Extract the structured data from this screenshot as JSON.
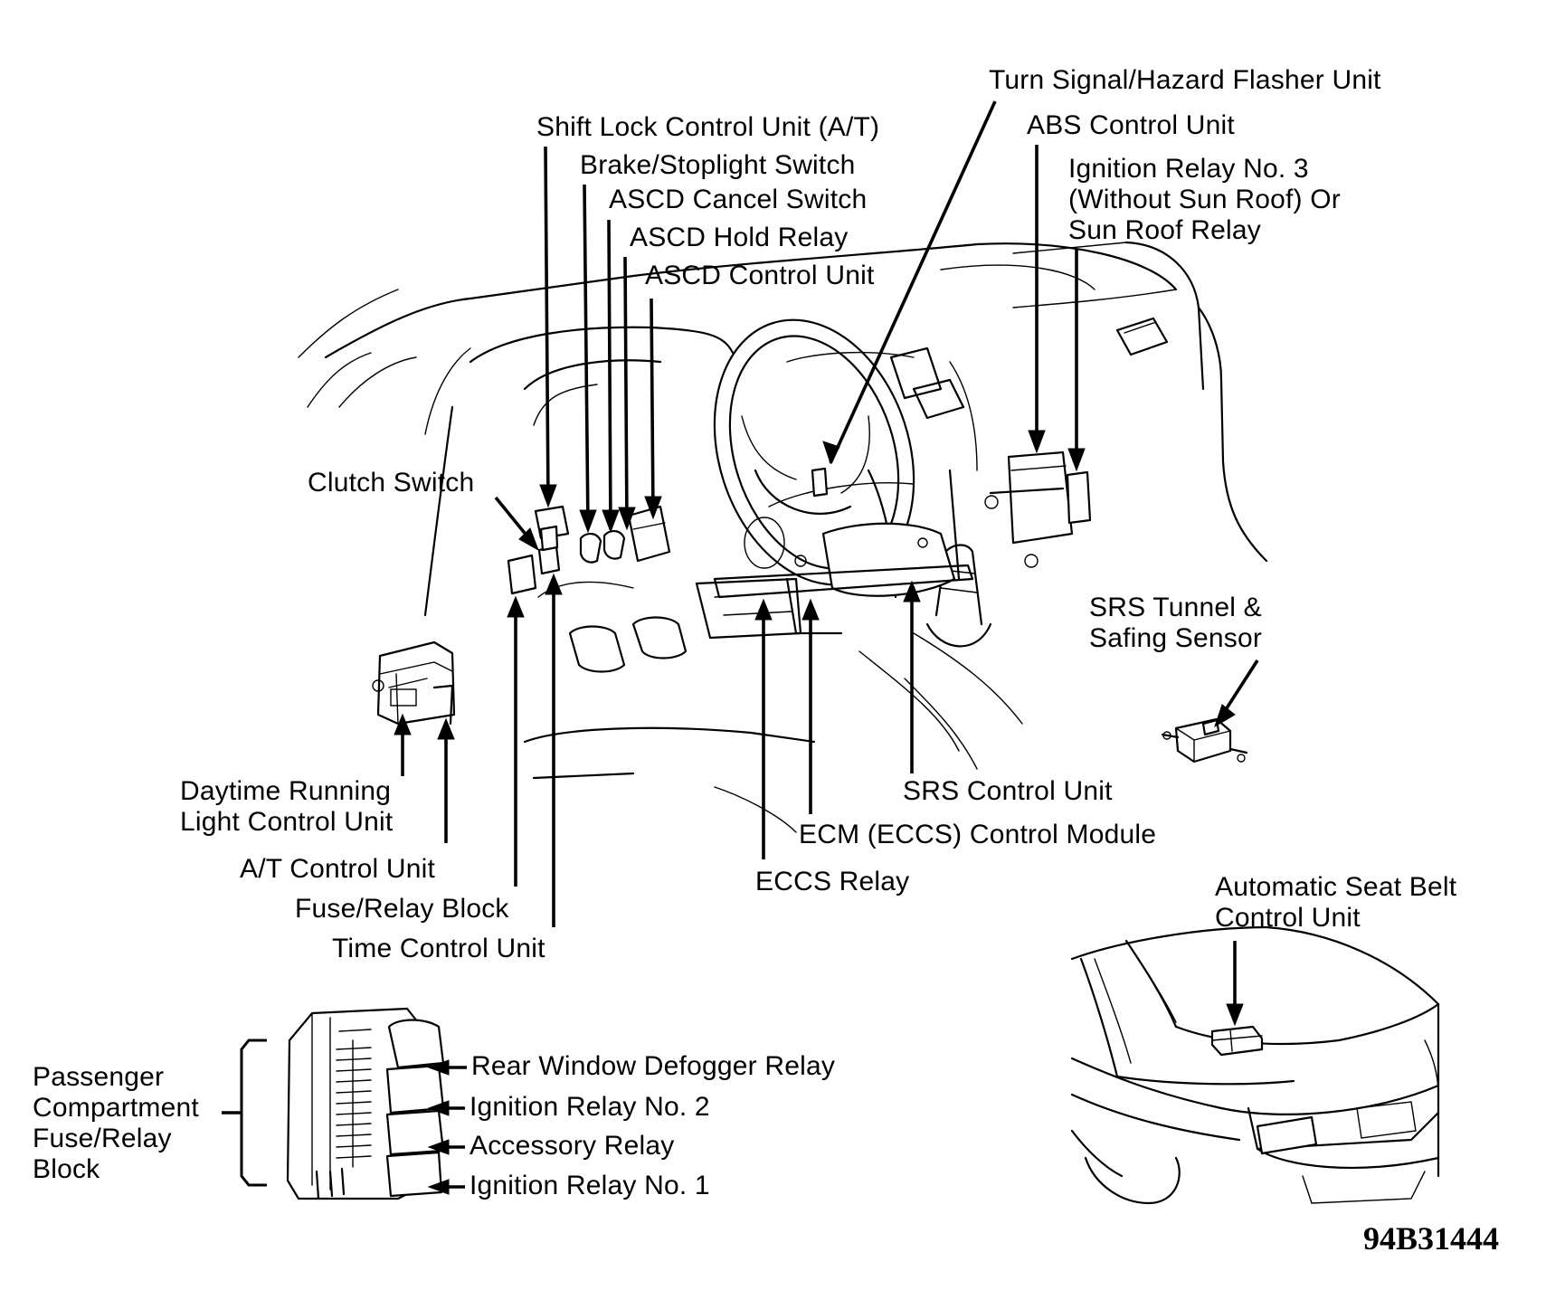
{
  "labels": {
    "turn_signal": "Turn Signal/Hazard Flasher Unit",
    "shift_lock": "Shift Lock Control Unit (A/T)",
    "abs": "ABS Control Unit",
    "brake_switch": "Brake/Stoplight Switch",
    "ignition_relay_3": [
      "Ignition Relay No. 3",
      "(Without Sun Roof) Or",
      "Sun Roof Relay"
    ],
    "ascd_cancel": "ASCD Cancel Switch",
    "ascd_hold": "ASCD Hold Relay",
    "ascd_control": "ASCD Control Unit",
    "clutch_switch": "Clutch Switch",
    "srs_tunnel": [
      "SRS Tunnel &",
      "Safing Sensor"
    ],
    "daytime_running": [
      "Daytime Running",
      "Light Control Unit"
    ],
    "srs_control": "SRS Control Unit",
    "ecm": "ECM (ECCS) Control Module",
    "at_control": "A/T Control Unit",
    "eccs_relay": "ECCS Relay",
    "fuse_relay_block": "Fuse/Relay Block",
    "auto_seat_belt": [
      "Automatic Seat Belt",
      "Control Unit"
    ],
    "time_control": "Time Control Unit",
    "passenger_block": [
      "Passenger",
      "Compartment",
      "Fuse/Relay",
      "Block"
    ],
    "rear_window_relay": "Rear Window Defogger Relay",
    "ignition_relay_2": "Ignition Relay No. 2",
    "accessory_relay": "Accessory Relay",
    "ignition_relay_1": "Ignition Relay No. 1"
  },
  "figure_ref": "94B31444"
}
